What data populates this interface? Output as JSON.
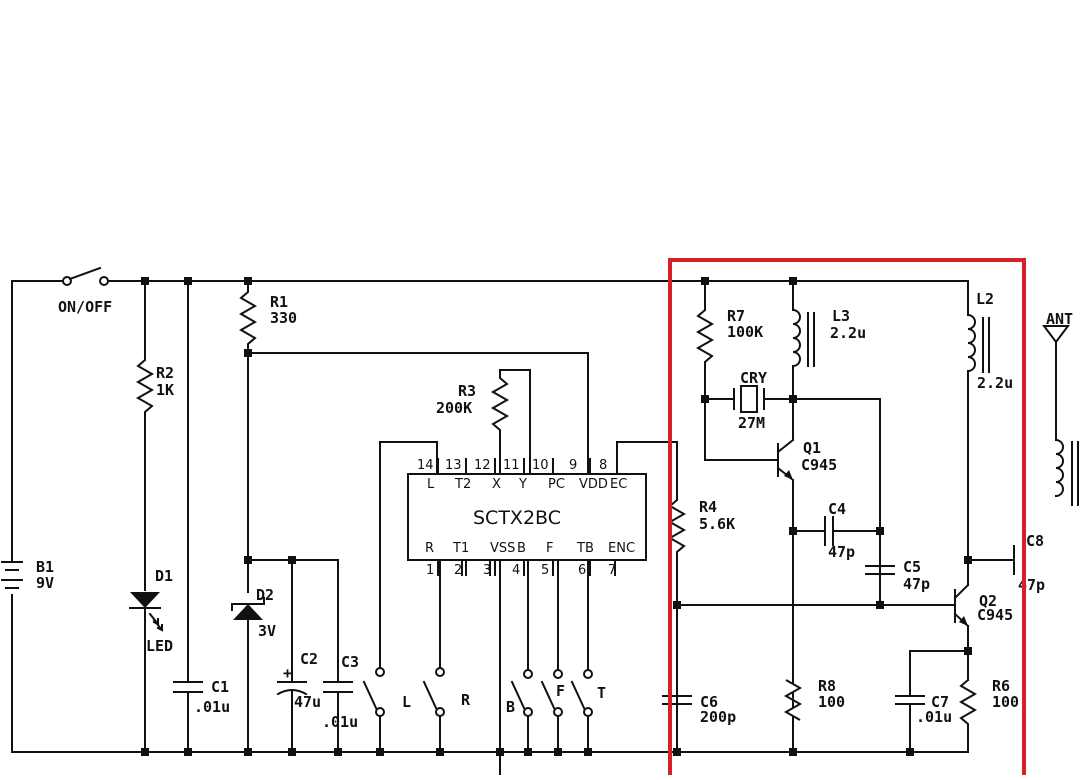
{
  "ic": {
    "name": "SCTX2BC",
    "top_pins": [
      {
        "num": "14",
        "label": "L"
      },
      {
        "num": "13",
        "label": "T2"
      },
      {
        "num": "12",
        "label": "X"
      },
      {
        "num": "11",
        "label": "Y"
      },
      {
        "num": "10",
        "label": "PC"
      },
      {
        "num": "9",
        "label": "VDD"
      },
      {
        "num": "8",
        "label": "EC"
      }
    ],
    "bottom_pins": [
      {
        "num": "1",
        "label": "R"
      },
      {
        "num": "2",
        "label": "T1"
      },
      {
        "num": "3",
        "label": "VSS"
      },
      {
        "num": "4",
        "label": "B"
      },
      {
        "num": "5",
        "label": "F"
      },
      {
        "num": "6",
        "label": "TB"
      },
      {
        "num": "7",
        "label": "ENC"
      }
    ]
  },
  "components": {
    "switch_onoff": "ON/OFF",
    "b1": {
      "name": "B1",
      "value": "9V"
    },
    "r2": {
      "name": "R2",
      "value": "1K"
    },
    "d1": {
      "name": "D1",
      "value": "LED"
    },
    "r1": {
      "name": "R1",
      "value": "330"
    },
    "d2": {
      "name": "D2",
      "value": "3V"
    },
    "c1": {
      "name": "C1",
      "value": ".01u"
    },
    "c2": {
      "name": "C2",
      "value": "47u"
    },
    "c3": {
      "name": "C3",
      "value": ".01u"
    },
    "r3": {
      "name": "R3",
      "value": "200K"
    },
    "r7": {
      "name": "R7",
      "value": "100K"
    },
    "l3": {
      "name": "L3",
      "value": "2.2u"
    },
    "cry": {
      "name": "CRY",
      "value": "27M"
    },
    "q1": {
      "name": "Q1",
      "value": "C945"
    },
    "r4": {
      "name": "R4",
      "value": "5.6K"
    },
    "c4": {
      "name": "C4",
      "value": "47p"
    },
    "c5": {
      "name": "C5",
      "value": "47p"
    },
    "l2": {
      "name": "L2",
      "value": "2.2u"
    },
    "ant": "ANT",
    "c8": {
      "name": "C8",
      "value": "47p"
    },
    "q2": {
      "name": "Q2",
      "value": "C945"
    },
    "c6": {
      "name": "C6",
      "value": "200p"
    },
    "r8": {
      "name": "R8",
      "value": "100"
    },
    "c7": {
      "name": "C7",
      "value": ".01u"
    },
    "r6": {
      "name": "R6",
      "value": "100"
    },
    "plus_sign": "+"
  },
  "switches": {
    "l": "L",
    "r": "R",
    "b": "B",
    "f": "F",
    "t": "T"
  },
  "colors": {
    "highlight": "#d8202a",
    "ink": "#111111"
  }
}
